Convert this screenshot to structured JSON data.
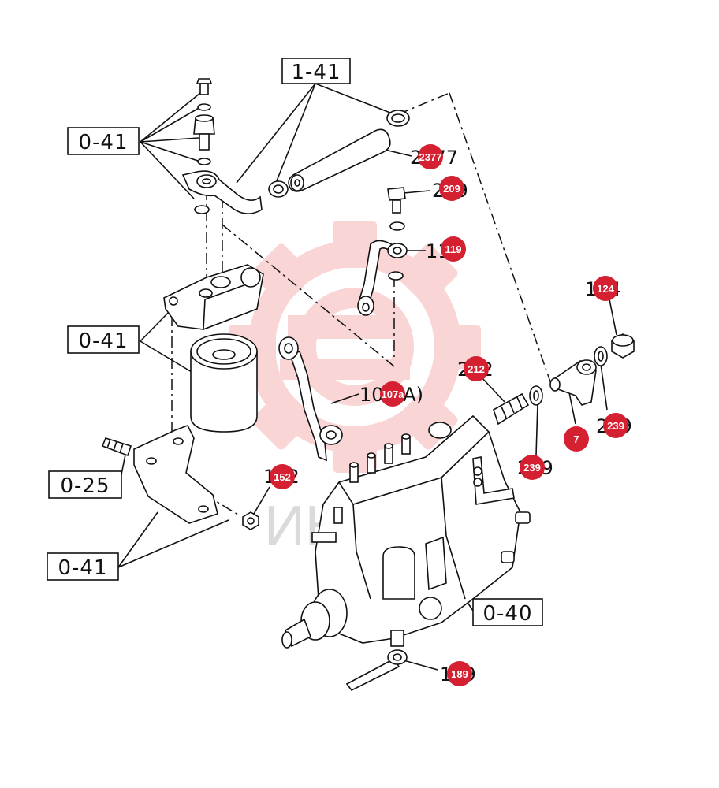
{
  "colors": {
    "badge": "#d42030",
    "line": "#111111",
    "watermark": "#e84545"
  },
  "watermark": {
    "icon": "gear-logo-icon",
    "text": "ИНТЕХ"
  },
  "refs": {
    "r141": "1-41",
    "r041a": "0-41",
    "r041b": "0-41",
    "r025": "0-25",
    "r041c": "0-41",
    "r040": "0-40"
  },
  "partnums": {
    "p2377": "2377",
    "p209": "209",
    "p119": "119",
    "p124": "124",
    "p107a": "107(A)",
    "p212": "212",
    "p7": "7",
    "p239a": "239",
    "p239b": "239",
    "p152": "152",
    "p189": "189"
  },
  "badges": {
    "b2377": "2377",
    "b209": "209",
    "b119": "119",
    "b124": "124",
    "b107a": "107a",
    "b212": "212",
    "b7": "7",
    "b239a": "239",
    "b239b": "239",
    "b152": "152",
    "b189": "189"
  }
}
